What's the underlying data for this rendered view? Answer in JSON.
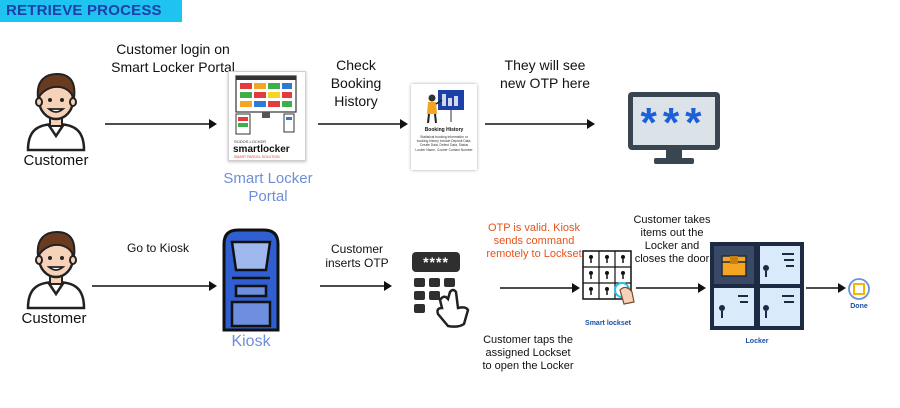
{
  "header": {
    "title": "RETRIEVE PROCESS"
  },
  "row1": {
    "customer_label": "Customer",
    "step1_text": "Customer login on Smart Locker Portal",
    "portal_caption": "Smart Locker Portal",
    "portal_brand_small": "SODOS LOCKER",
    "portal_brand": "smartlocker",
    "portal_brand_sub": "SMART PARCEL SOLUTION",
    "step2_text": "Check Booking History",
    "booking_card_title": "Booking History",
    "booking_card_body": "Statistical booking information or booking history include Deposit Data, Create Data, Defect Data, Status Locker Name, Courier Contact Number",
    "step3_text": "They will see new OTP here",
    "otp_mask": "***"
  },
  "row2": {
    "customer_label": "Customer",
    "step1_text": "Go to Kiosk",
    "kiosk_caption": "Kiosk",
    "step2_text": "Customer inserts OTP",
    "keypad_mask": "****",
    "otp_valid_text": "OTP is valid. Kiosk sends command remotely to Lockset",
    "lockset_caption": "Smart lockset",
    "tap_text": "Customer taps the assigned Lockset to open the Locker",
    "takes_items_text": "Customer takes items out the Locker and closes the door",
    "locker_caption": "Locker",
    "done_caption": "Done"
  },
  "colors": {
    "accent_cyan": "#1fc3f0",
    "title_blue": "#1c3fa8",
    "kiosk_blue": "#2f5fd0",
    "caption_blue": "#6d8fd8",
    "alert_orange": "#e5541d",
    "locker_navy": "#1d2a44",
    "done_yellow": "#f4b400"
  }
}
